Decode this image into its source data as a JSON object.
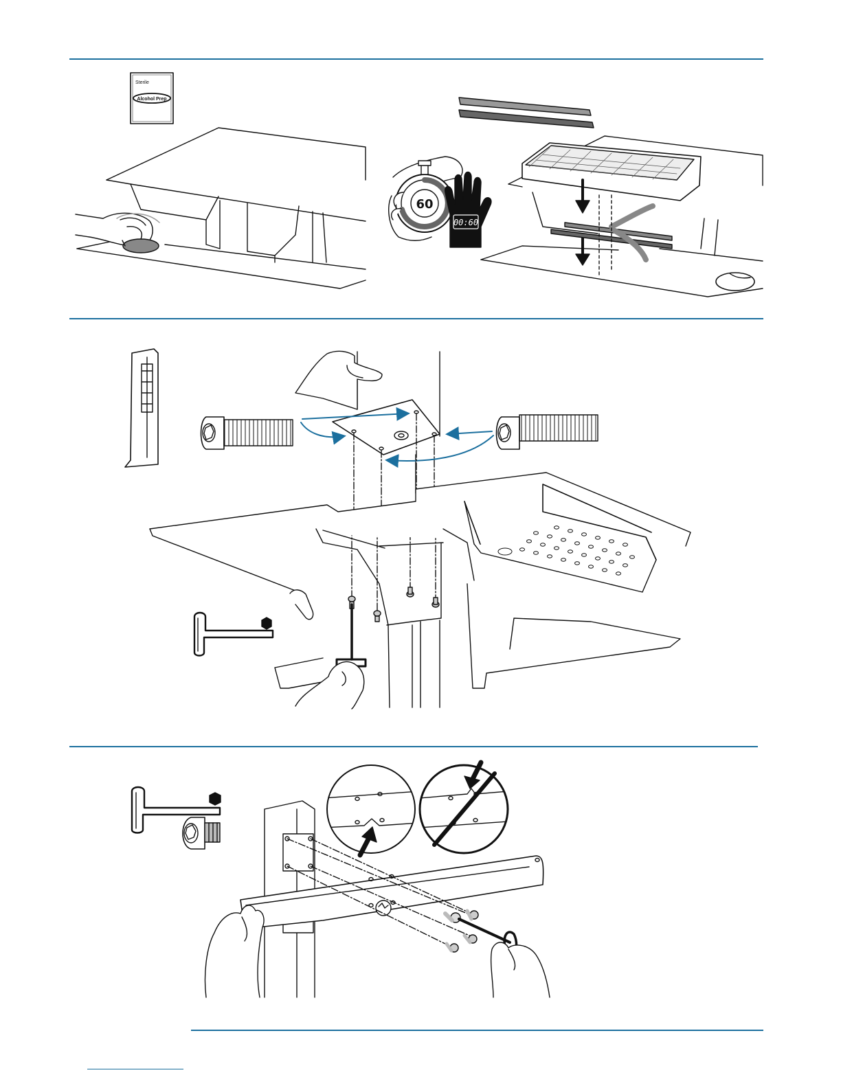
{
  "step1": {
    "wipe_packet": {
      "line1": "Sterile",
      "line2": "Alcohol Prep"
    },
    "timer": {
      "dial_value": "60",
      "display_value": "00:60"
    },
    "icons": [
      "alcohol-wipe-icon",
      "stopwatch-icon",
      "stop-hand-icon",
      "keyboard",
      "mouse"
    ]
  },
  "step2": {
    "icons": [
      "upright-column-icon",
      "button-head-bolt",
      "mounting-plate",
      "work-surface",
      "keyboard-tray",
      "t-handle-hex-key-icon"
    ]
  },
  "step3": {
    "icons": [
      "t-handle-hex-key-icon",
      "button-head-screw-icon",
      "correct-detail-callout",
      "incorrect-detail-callout",
      "support-arm"
    ]
  },
  "colors": {
    "rule": "#1b6f9e",
    "arrow": "#1b6f9e",
    "ink": "#111111"
  }
}
